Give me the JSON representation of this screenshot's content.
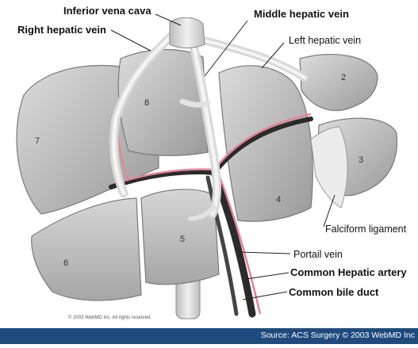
{
  "labels": {
    "inferior_vena_cava": "Inferior vena cava",
    "middle_hepatic_vein": "Middle hepatic vein",
    "right_hepatic_vein": "Right hepatic vein",
    "left_hepatic_vein": "Left hepatic vein",
    "falciform_ligament": "Falciform ligament",
    "portal_vein": "Portail vein",
    "common_hepatic_artery": "Common Hepatic artery",
    "common_bile_duct": "Common bile duct"
  },
  "segments": {
    "s2": "2",
    "s3": "3",
    "s4": "4",
    "s5": "5",
    "s6": "6",
    "s7": "7",
    "s8": "8"
  },
  "copyright": "© 2003 WebMD Inc. All rights reserved.",
  "footer": "Source: ACS Surgery © 2003 WebMD Inc",
  "colors": {
    "footer_bg": "#1e4a7e",
    "artery": "#e7829a",
    "portal": "#2b2b2b",
    "liver": "#c2c2c2"
  }
}
